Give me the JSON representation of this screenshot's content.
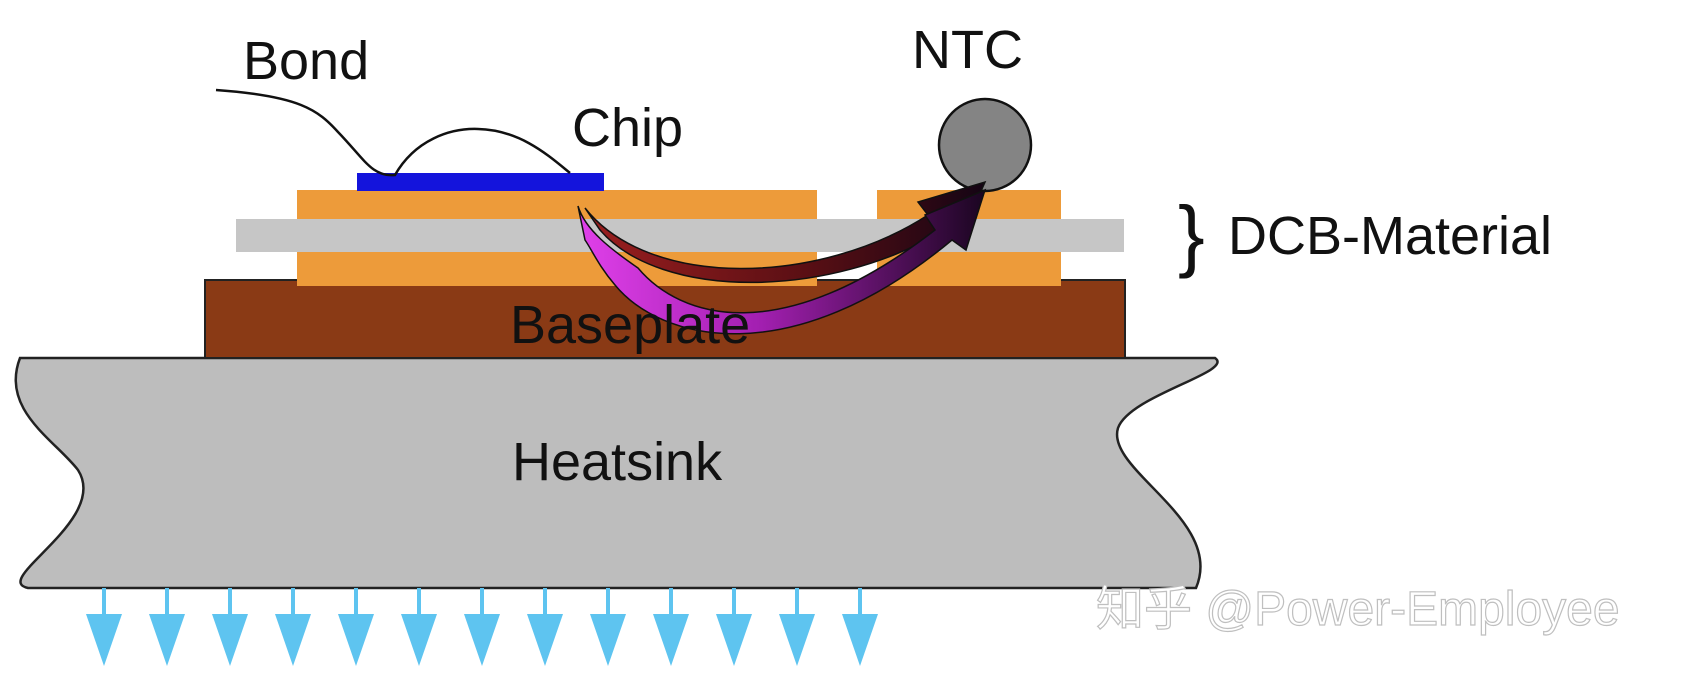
{
  "labels": {
    "bond": "Bond",
    "chip": "Chip",
    "ntc": "NTC",
    "dcb_material": "DCB-Material",
    "baseplate": "Baseplate",
    "heatsink": "Heatsink"
  },
  "watermark": "知乎 @Power-Employee",
  "colors": {
    "copper": "#ed9b3a",
    "ceramic": "#c6c6c6",
    "chip": "#1414dc",
    "baseplate": "#8a3a15",
    "heatsink": "#bdbdbd",
    "ntc": "#848484",
    "heat_arrows": "#5ec4f0",
    "path_upper": "#8b1a1a",
    "path_lower": "#d63be0"
  },
  "heat_flow_arrow_count": 13
}
